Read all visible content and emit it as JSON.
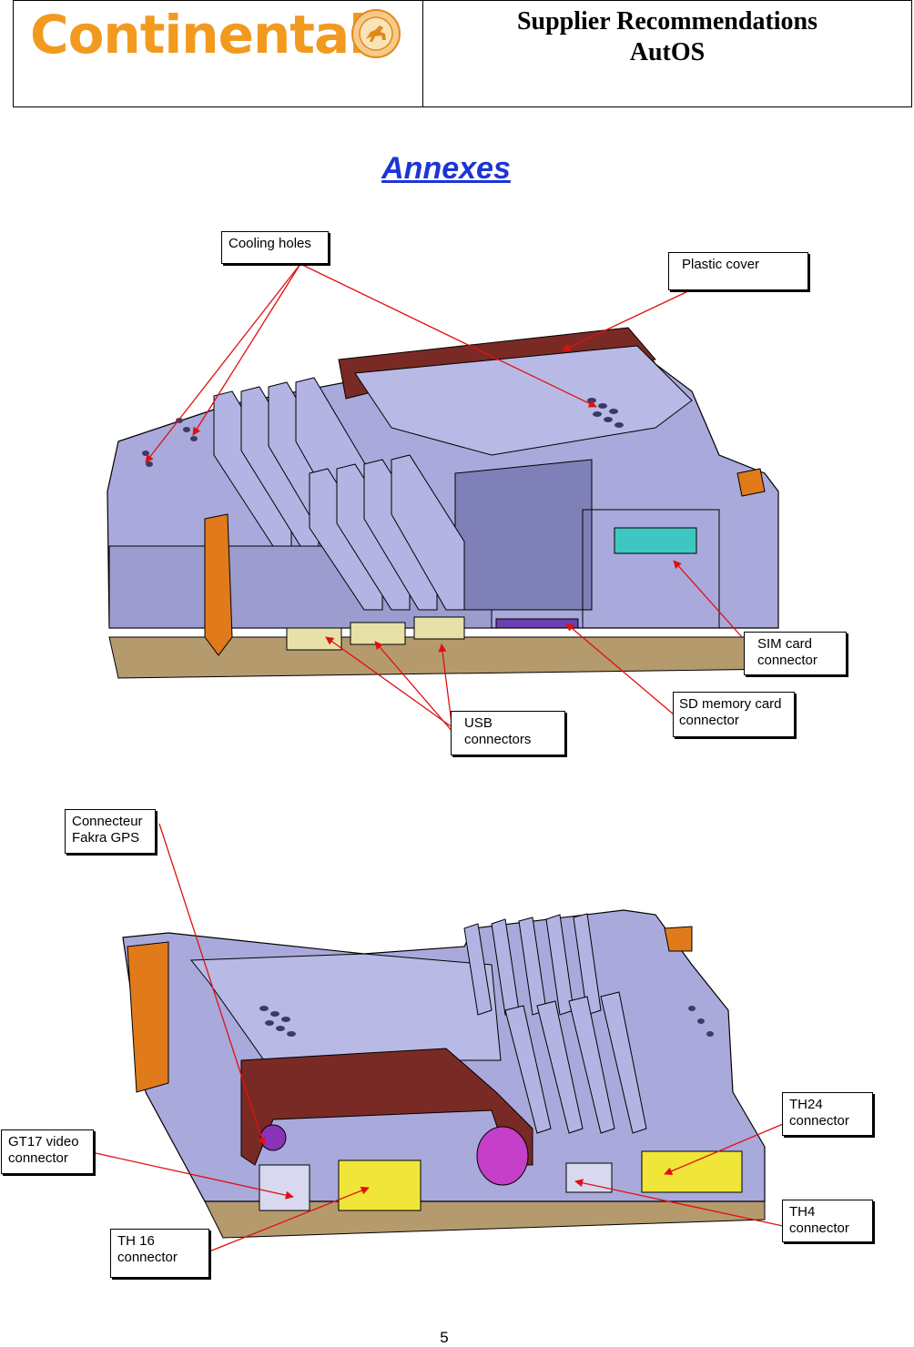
{
  "header": {
    "logo_text": "Continental",
    "title_line1": "Supplier Recommendations",
    "title_line2": "AutOS"
  },
  "page_title": "Annexes",
  "figure_top": {
    "labels": {
      "cooling_holes": "Cooling holes",
      "plastic_cover": "Plastic cover",
      "sim_card": "SIM card\nconnector",
      "sd_memory": "SD memory card\nconnector",
      "usb": "USB\nconnectors"
    }
  },
  "figure_bottom": {
    "labels": {
      "fakra_gps": "Connecteur\nFakra GPS",
      "gt17_video": "GT17 video\nconnector",
      "th16": "TH 16\nconnector",
      "th24": "TH24\nconnector",
      "th4": "TH4\nconnector"
    }
  },
  "colors": {
    "housing": "#a9a9dc",
    "housing_dark": "#7f80b8",
    "cover": "#7a2a24",
    "leader_line": "#e01010",
    "connector_yellow": "#f0e63a",
    "sim_teal": "#3ec7c2",
    "base_tan": "#b59a6e",
    "fakra_purple": "#8a33b8",
    "fakra_magenta": "#c63fc8"
  },
  "footer": {
    "page_number": "5"
  }
}
